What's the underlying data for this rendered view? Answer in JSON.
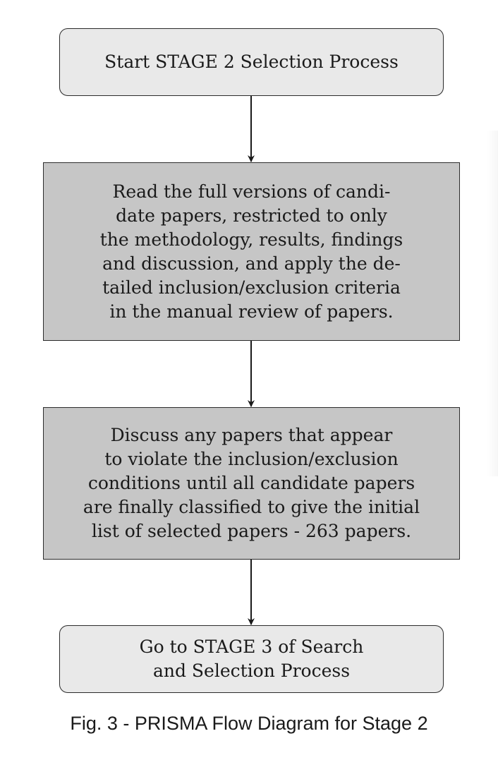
{
  "nodes": [
    {
      "id": "n1",
      "lines": [
        "Start STAGE 2 Selection Process"
      ]
    },
    {
      "id": "n2",
      "lines": [
        "Read the full versions of candi-",
        "date papers, restricted to only",
        "the methodology, results, findings",
        "and discussion, and apply the de-",
        "tailed inclusion/exclusion criteria",
        "in the manual review of papers."
      ]
    },
    {
      "id": "n3",
      "lines": [
        "Discuss any papers that appear",
        "to violate the inclusion/exclusion",
        "conditions until all candidate papers",
        "are finally classified to give the initial",
        "list of selected papers - 263 papers."
      ]
    },
    {
      "id": "n4",
      "lines": [
        "Go to STAGE 3 of Search",
        "and Selection Process"
      ]
    }
  ],
  "edges": [
    {
      "from": "n1",
      "to": "n2"
    },
    {
      "from": "n2",
      "to": "n3"
    },
    {
      "from": "n3",
      "to": "n4"
    }
  ],
  "caption": "Fig. 3 - PRISMA Flow Diagram for Stage 2",
  "colors": {
    "terminal_fill": "#e9e9e9",
    "process_fill": "#c6c6c6",
    "stroke": "#2b2b2b"
  }
}
